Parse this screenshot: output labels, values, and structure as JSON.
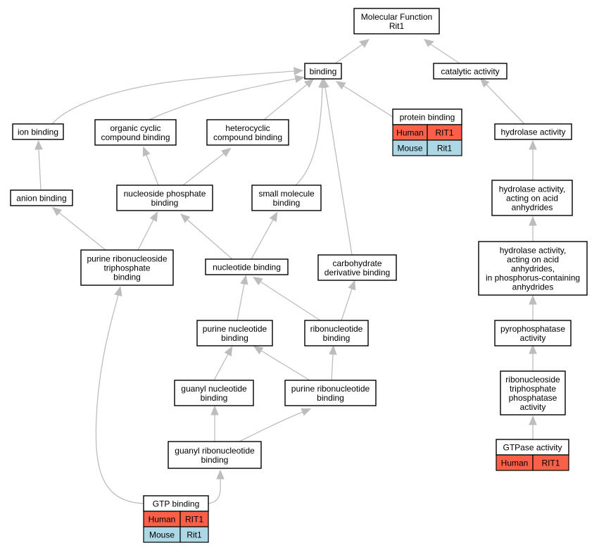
{
  "colors": {
    "edge": "#bdbdbd",
    "node_fill": "#ffffff",
    "node_border": "#000000",
    "human": "#fa6048",
    "mouse": "#acd8e6"
  },
  "nodes": {
    "molecular_function": {
      "lines": [
        "Molecular Function",
        "Rit1"
      ]
    },
    "binding": {
      "lines": [
        "binding"
      ]
    },
    "catalytic_activity": {
      "lines": [
        "catalytic activity"
      ]
    },
    "ion_binding": {
      "lines": [
        "ion binding"
      ]
    },
    "organic_cyclic": {
      "lines": [
        "organic cyclic",
        "compound binding"
      ]
    },
    "heterocyclic": {
      "lines": [
        "heterocyclic",
        "compound binding"
      ]
    },
    "protein_binding": {
      "lines": [
        "protein binding"
      ]
    },
    "hydrolase_activity": {
      "lines": [
        "hydrolase activity"
      ]
    },
    "anion_binding": {
      "lines": [
        "anion binding"
      ]
    },
    "nucleoside_phosphate": {
      "lines": [
        "nucleoside phosphate",
        "binding"
      ]
    },
    "small_molecule": {
      "lines": [
        "small molecule",
        "binding"
      ]
    },
    "hydrolase_acid_anhydrides": {
      "lines": [
        "hydrolase activity,",
        "acting on acid",
        "anhydrides"
      ]
    },
    "purine_ribonucleoside_tp": {
      "lines": [
        "purine ribonucleoside",
        "triphosphate",
        "binding"
      ]
    },
    "nucleotide_binding": {
      "lines": [
        "nucleotide binding"
      ]
    },
    "carbohydrate_derivative": {
      "lines": [
        "carbohydrate",
        "derivative binding"
      ]
    },
    "hydrolase_phosphorus": {
      "lines": [
        "hydrolase activity,",
        "acting on acid",
        "anhydrides,",
        "in phosphorus-containing",
        "anhydrides"
      ]
    },
    "purine_nucleotide": {
      "lines": [
        "purine nucleotide",
        "binding"
      ]
    },
    "ribonucleotide": {
      "lines": [
        "ribonucleotide",
        "binding"
      ]
    },
    "pyrophosphatase": {
      "lines": [
        "pyrophosphatase",
        "activity"
      ]
    },
    "guanyl_nucleotide": {
      "lines": [
        "guanyl nucleotide",
        "binding"
      ]
    },
    "purine_ribonucleotide": {
      "lines": [
        "purine ribonucleotide",
        "binding"
      ]
    },
    "ribonucleoside_tp_phosphatase": {
      "lines": [
        "ribonucleoside",
        "triphosphate",
        "phosphatase",
        "activity"
      ]
    },
    "guanyl_ribonucleotide": {
      "lines": [
        "guanyl ribonucleotide",
        "binding"
      ]
    },
    "gtpase_activity": {
      "lines": [
        "GTPase activity"
      ]
    },
    "gtp_binding": {
      "lines": [
        "GTP binding"
      ]
    }
  },
  "gene_tables": {
    "protein_binding": [
      {
        "species": "Human",
        "gene": "RIT1",
        "color": "#fa6048"
      },
      {
        "species": "Mouse",
        "gene": "Rit1",
        "color": "#acd8e6"
      }
    ],
    "gtpase_activity": [
      {
        "species": "Human",
        "gene": "RIT1",
        "color": "#fa6048"
      }
    ],
    "gtp_binding": [
      {
        "species": "Human",
        "gene": "RIT1",
        "color": "#fa6048"
      },
      {
        "species": "Mouse",
        "gene": "Rit1",
        "color": "#acd8e6"
      }
    ]
  },
  "edges": [
    [
      "binding",
      "molecular_function"
    ],
    [
      "catalytic_activity",
      "molecular_function"
    ],
    [
      "ion_binding",
      "binding"
    ],
    [
      "organic_cyclic",
      "binding"
    ],
    [
      "heterocyclic",
      "binding"
    ],
    [
      "protein_binding",
      "binding"
    ],
    [
      "small_molecule",
      "binding"
    ],
    [
      "carbohydrate_derivative",
      "binding"
    ],
    [
      "hydrolase_activity",
      "catalytic_activity"
    ],
    [
      "anion_binding",
      "ion_binding"
    ],
    [
      "nucleoside_phosphate",
      "organic_cyclic"
    ],
    [
      "nucleoside_phosphate",
      "heterocyclic"
    ],
    [
      "hydrolase_acid_anhydrides",
      "hydrolase_activity"
    ],
    [
      "purine_ribonucleoside_tp",
      "anion_binding"
    ],
    [
      "purine_ribonucleoside_tp",
      "nucleoside_phosphate"
    ],
    [
      "nucleotide_binding",
      "nucleoside_phosphate"
    ],
    [
      "nucleotide_binding",
      "small_molecule"
    ],
    [
      "hydrolase_phosphorus",
      "hydrolase_acid_anhydrides"
    ],
    [
      "purine_nucleotide",
      "nucleotide_binding"
    ],
    [
      "ribonucleotide",
      "nucleotide_binding"
    ],
    [
      "ribonucleotide",
      "carbohydrate_derivative"
    ],
    [
      "pyrophosphatase",
      "hydrolase_phosphorus"
    ],
    [
      "guanyl_nucleotide",
      "purine_nucleotide"
    ],
    [
      "purine_ribonucleotide",
      "purine_nucleotide"
    ],
    [
      "purine_ribonucleotide",
      "ribonucleotide"
    ],
    [
      "ribonucleoside_tp_phosphatase",
      "pyrophosphatase"
    ],
    [
      "guanyl_ribonucleotide",
      "guanyl_nucleotide"
    ],
    [
      "guanyl_ribonucleotide",
      "purine_ribonucleotide"
    ],
    [
      "gtpase_activity",
      "ribonucleoside_tp_phosphatase"
    ],
    [
      "gtp_binding",
      "guanyl_ribonucleotide"
    ],
    [
      "gtp_binding",
      "purine_ribonucleoside_tp"
    ]
  ]
}
